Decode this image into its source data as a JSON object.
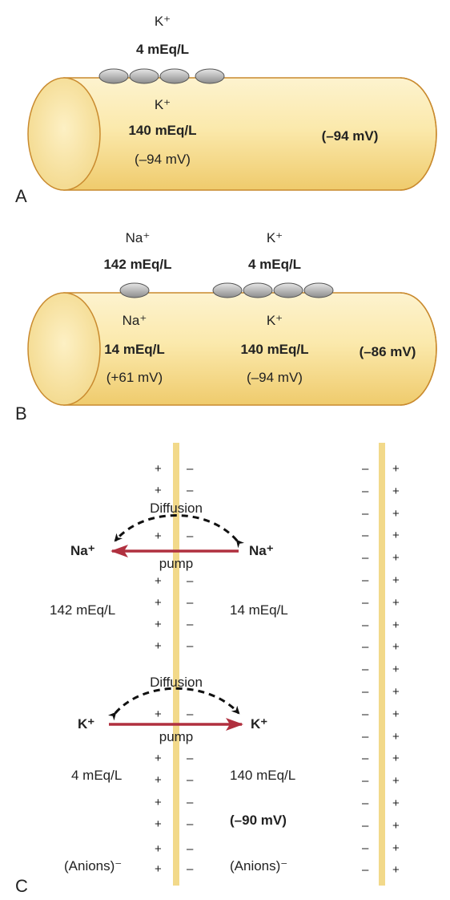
{
  "panel_a": {
    "letter": "A",
    "outside_ion": "K⁺",
    "outside_conc": "4 mEq/L",
    "inside_ion": "K⁺",
    "inside_conc": "140 mEq/L",
    "inside_potential": "(–94 mV)",
    "membrane_potential": "(–94 mV)"
  },
  "panel_b": {
    "letter": "B",
    "na_outside_ion": "Na⁺",
    "na_outside_conc": "142 mEq/L",
    "k_outside_ion": "K⁺",
    "k_outside_conc": "4 mEq/L",
    "na_inside_ion": "Na⁺",
    "na_inside_conc": "14 mEq/L",
    "na_potential": "(+61 mV)",
    "k_inside_ion": "K⁺",
    "k_inside_conc": "140 mEq/L",
    "k_potential": "(–94 mV)",
    "membrane_potential": "(–86 mV)"
  },
  "panel_c": {
    "letter": "C",
    "diffusion_label_1": "Diffusion",
    "pump_label_1": "pump",
    "na_left": "Na⁺",
    "na_right": "Na⁺",
    "na_left_conc": "142 mEq/L",
    "na_right_conc": "14 mEq/L",
    "diffusion_label_2": "Diffusion",
    "pump_label_2": "pump",
    "k_left": "K⁺",
    "k_right": "K⁺",
    "k_left_conc": "4 mEq/L",
    "k_right_conc": "140 mEq/L",
    "membrane_potential": "(–90 mV)",
    "anions_left": "(Anions)⁻",
    "anions_right": "(Anions)⁻",
    "plus_sign": "+",
    "minus_sign": "–"
  },
  "colors": {
    "cylinder_fill": "#f7e4a0",
    "cylinder_stroke": "#c98a2e",
    "membrane": "#f2d98a",
    "pump_arrow": "#b0303f",
    "channel": "#b8b8b8"
  }
}
